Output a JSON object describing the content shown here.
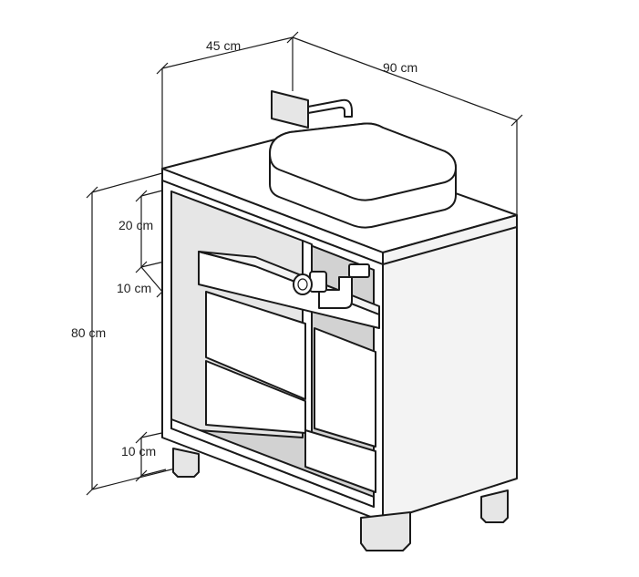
{
  "dimensions": {
    "depth": "45 cm",
    "width": "90 cm",
    "height": "80 cm",
    "top_gap": "20 cm",
    "drawer_band": "10 cm",
    "plinth": "10 cm"
  }
}
